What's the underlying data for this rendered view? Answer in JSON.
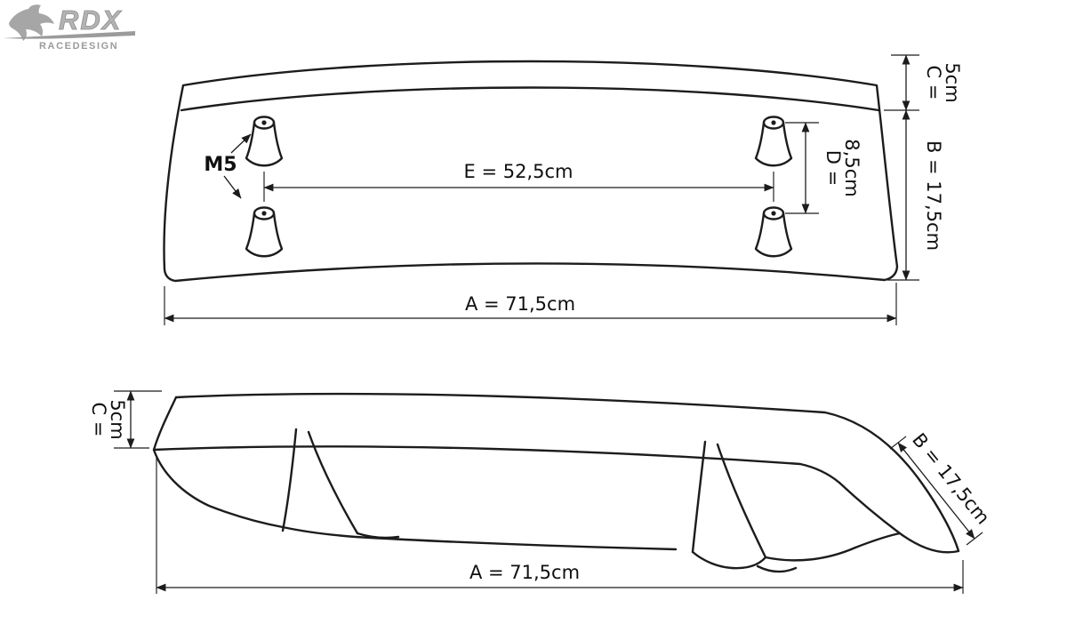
{
  "logo": {
    "brand": "RDX",
    "tagline": "RACEDESIGN"
  },
  "top_view": {
    "bolt_label": "M5",
    "dim_e": "E = 52,5cm",
    "dim_d_line1": "D =",
    "dim_d_line2": "8,5cm",
    "dim_c_line1": "C =",
    "dim_c_line2": "5cm",
    "dim_b": "B = 17,5cm",
    "dim_a": "A = 71,5cm"
  },
  "side_view": {
    "dim_c_line1": "C =",
    "dim_c_line2": "5cm",
    "dim_b": "B = 17,5cm",
    "dim_a": "A = 71,5cm"
  },
  "colors": {
    "line": "#1c1c1c",
    "logo_gray": "#9b9b9b",
    "background": "#ffffff"
  }
}
